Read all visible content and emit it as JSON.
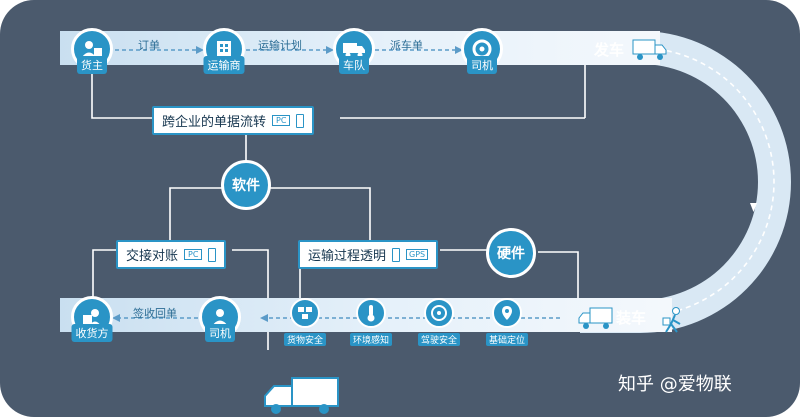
{
  "nodes": {
    "shipper": "货主",
    "carrier": "运输商",
    "fleet": "车队",
    "driver_top": "司机",
    "receiver": "收货方",
    "driver_bottom": "司机"
  },
  "edges": {
    "order": "订单",
    "transport_plan": "运输计划",
    "dispatch_order": "派车单",
    "sign_receipt": "签收回单"
  },
  "stages": {
    "depart": "发车",
    "load": "装车"
  },
  "boxes": {
    "cross_enterprise": "跨企业的单据流转",
    "handover": "交接对账",
    "transparency": "运输过程透明"
  },
  "badges": {
    "pc1": "PC",
    "pc2": "PC",
    "gps": "GPS"
  },
  "hubs": {
    "software": "软件",
    "hardware": "硬件"
  },
  "sensors": {
    "cargo_safety": "货物安全",
    "environment": "环境感知",
    "driving_safety": "驾驶安全",
    "positioning": "基础定位"
  },
  "watermark": "知乎 @爱物联",
  "colors": {
    "background": "#4b5a6d",
    "accent": "#2a94c6",
    "band": "#d9e8f4"
  }
}
